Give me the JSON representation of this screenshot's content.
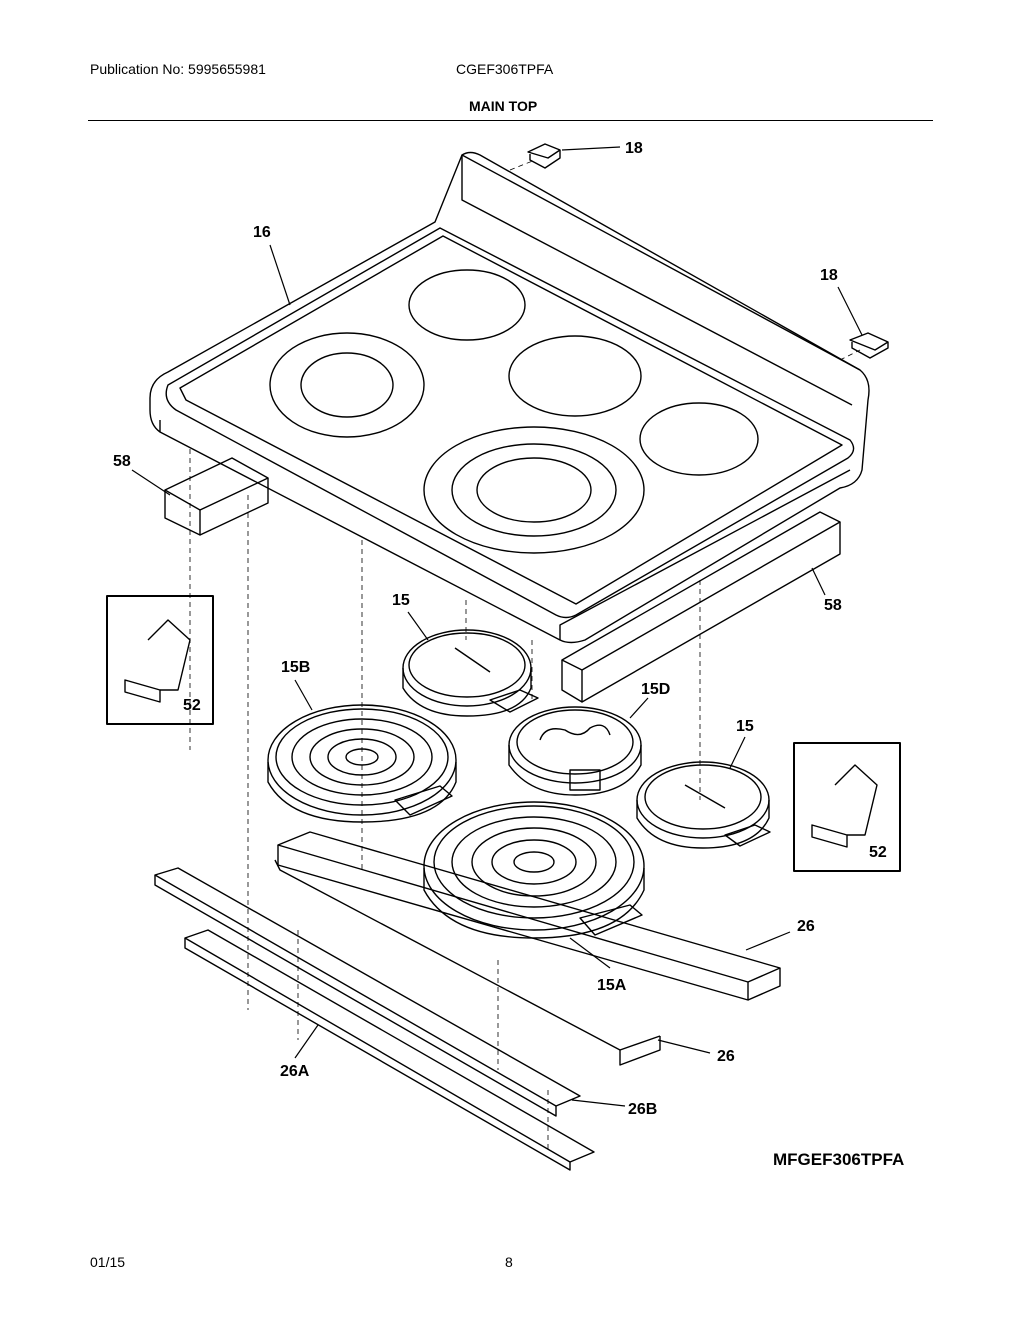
{
  "header": {
    "publication": "Publication No: 5995655981",
    "model": "CGEF306TPFA",
    "section_title": "MAIN TOP"
  },
  "callouts": {
    "c18a": "18",
    "c18b": "18",
    "c16": "16",
    "c58a": "58",
    "c58b": "58",
    "c15a": "15",
    "c15b": "15",
    "c15B": "15B",
    "c15D": "15D",
    "c15A": "15A",
    "c52a": "52",
    "c52b": "52",
    "c26a": "26",
    "c26b": "26",
    "c26A": "26A",
    "c26B": "26B"
  },
  "diagram_code": "MFGEF306TPFA",
  "footer": {
    "date": "01/15",
    "page": "8"
  }
}
